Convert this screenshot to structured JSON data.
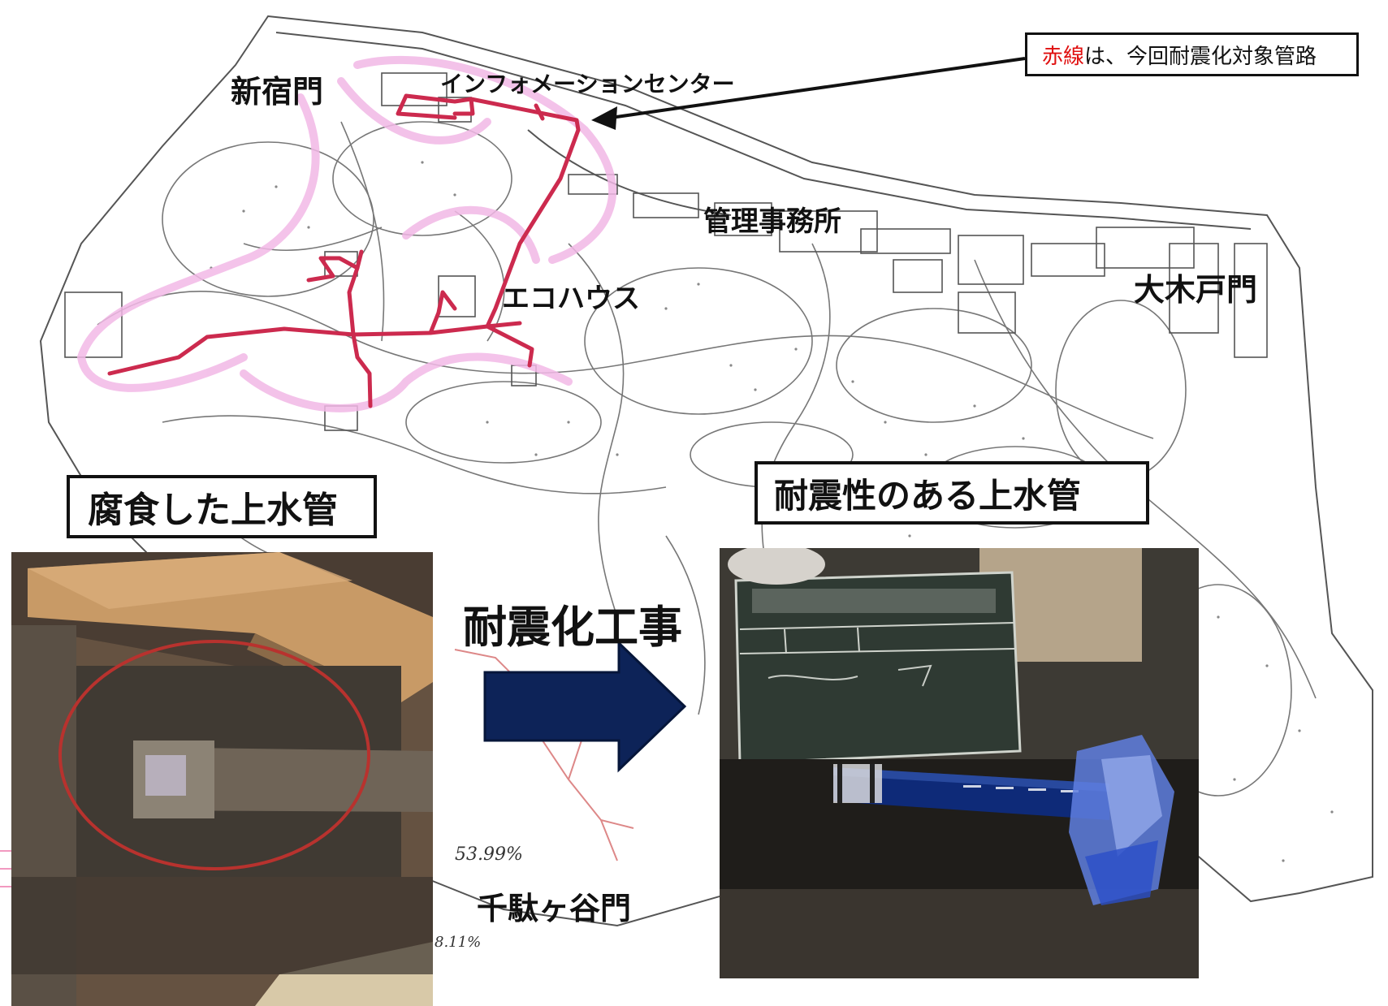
{
  "legend": {
    "highlight": "赤線",
    "rest": "は、今回耐震化対象管路"
  },
  "map_labels": {
    "shinjuku_gate": "新宿門",
    "information_center": "インフォメーションセンター",
    "management_office": "管理事務所",
    "ookido_gate": "大木戸門",
    "eco_house": "エコハウス",
    "sendagaya_gate": "千駄ヶ谷門"
  },
  "captions": {
    "corroded_pipe": "腐食した上水管",
    "seismic_pipe": "耐震性のある上水管",
    "seismic_work": "耐震化工事"
  },
  "annotations": {
    "percent_upper": "53.99%",
    "percent_lower": "8.11%"
  },
  "colors": {
    "pipe_route": "#cc2a4e",
    "pink_halo": "#f2b8e6",
    "arrow": "#0d2358",
    "legend_highlight": "#e01010"
  },
  "icons": [
    "right-arrow-icon",
    "pointer-arrow-icon"
  ]
}
